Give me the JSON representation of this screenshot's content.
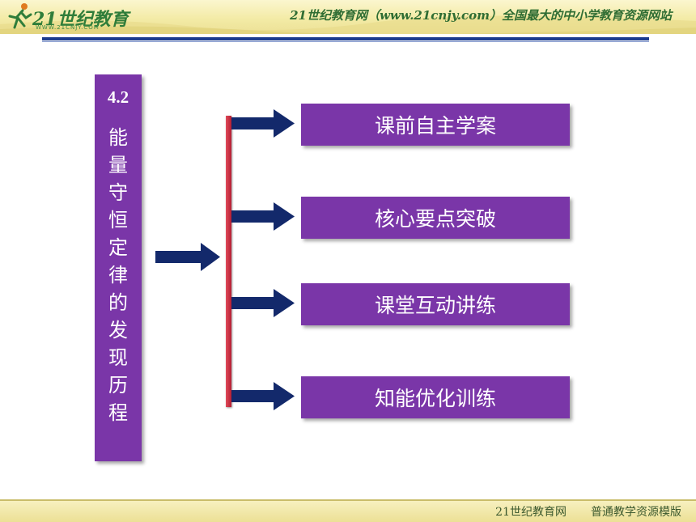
{
  "header": {
    "logo_text": "21世纪教育",
    "logo_subtext": "WWW.21CNJY.COM",
    "slogan": "21世纪教育网（www.21cnjy.com）全国最大的中小学教育资源网站"
  },
  "title": {
    "number": "4.2",
    "text": "能量守恒定律的发现历程"
  },
  "menu": [
    {
      "label": "课前自主学案"
    },
    {
      "label": "核心要点突破"
    },
    {
      "label": "课堂互动讲练"
    },
    {
      "label": "知能优化训练"
    }
  ],
  "footer": {
    "site": "21世纪教育网",
    "template": "普通教学资源模版"
  },
  "colors": {
    "box_purple": "#7a36a8",
    "arrow_navy": "#13296b",
    "bar_red": "#c8283d",
    "rule_blue": "#1a3b8f",
    "header_yellow": "#f3eba6"
  },
  "icons": {
    "logo": "running-figure-icon",
    "arrows": "right-arrow-icon"
  }
}
